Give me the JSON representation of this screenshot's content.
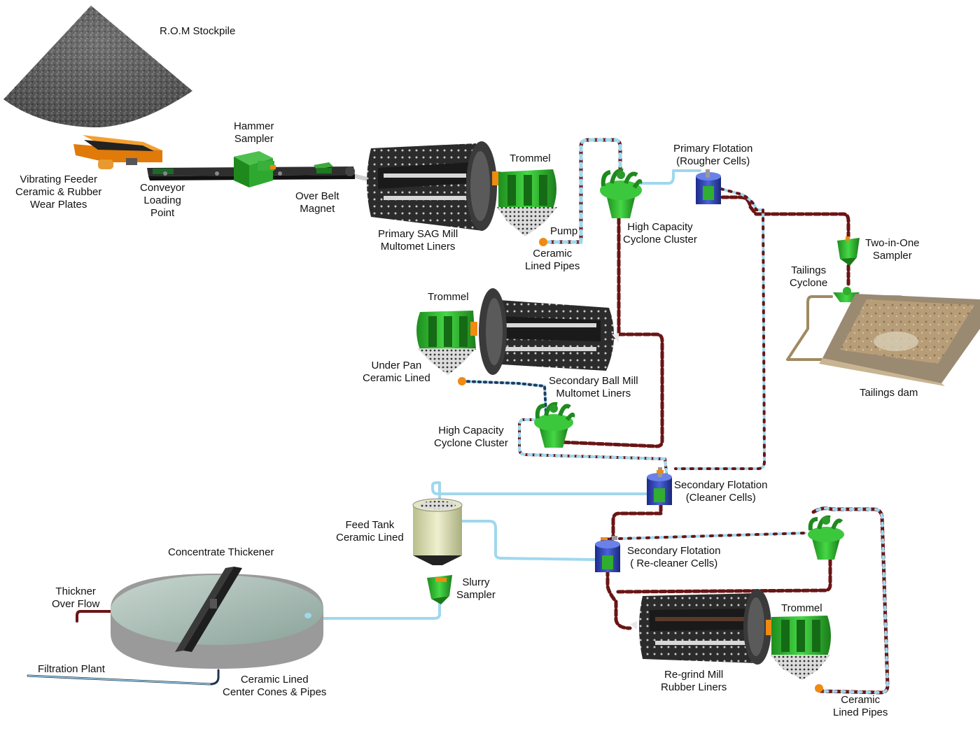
{
  "labels": {
    "rom_stockpile": [
      "R.O.M Stockpile"
    ],
    "vibrating_feeder": [
      "Vibrating Feeder",
      "Ceramic & Rubber",
      "Wear Plates"
    ],
    "conveyor": [
      "Conveyor",
      "Loading",
      "Point"
    ],
    "hammer_sampler": [
      "Hammer",
      "Sampler"
    ],
    "over_belt_magnet": [
      "Over Belt",
      "Magnet"
    ],
    "primary_sag": [
      "Primary SAG Mill",
      "Multomet Liners"
    ],
    "trommel_1": [
      "Trommel"
    ],
    "pump": [
      "Pump"
    ],
    "ceramic_pipes_1": [
      "Ceramic",
      "Lined Pipes"
    ],
    "primary_flotation": [
      "Primary Flotation",
      "(Rougher Cells)"
    ],
    "cyclone_cluster_1": [
      "High Capacity",
      "Cyclone Cluster"
    ],
    "two_in_one": [
      "Two-in-One",
      "Sampler"
    ],
    "tailings_cyclone": [
      "Tailings",
      "Cyclone"
    ],
    "tailings_dam": [
      "Tailings dam"
    ],
    "trommel_2": [
      "Trommel"
    ],
    "under_pan": [
      "Under Pan",
      "Ceramic Lined"
    ],
    "secondary_ball": [
      "Secondary Ball Mill",
      "Multomet Liners"
    ],
    "cyclone_cluster_2": [
      "High Capacity",
      "Cyclone Cluster"
    ],
    "secondary_cleaner": [
      "Secondary Flotation",
      "(Cleaner Cells)"
    ],
    "feed_tank": [
      "Feed Tank",
      "Ceramic Lined"
    ],
    "secondary_recleaner": [
      "Secondary Flotation",
      "( Re-cleaner Cells)"
    ],
    "concentrate_thickener": [
      "Concentrate Thickener"
    ],
    "thickener_overflow": [
      "Thickner",
      "Over Flow"
    ],
    "slurry_sampler": [
      "Slurry",
      "Sampler"
    ],
    "trommel_3": [
      "Trommel"
    ],
    "filtration_plant": [
      "Filtration Plant"
    ],
    "center_cones": [
      "Ceramic Lined",
      "Center Cones & Pipes"
    ],
    "regrind_mill": [
      "Re-grind Mill",
      "Rubber Liners"
    ],
    "ceramic_pipes_2": [
      "Ceramic",
      "Lined Pipes"
    ]
  },
  "colors": {
    "mill_green": "#2fbf2f",
    "mill_body": "#2a2a2a",
    "flotation_blue": "#2a3fb0",
    "feeder_orange": "#f08a10",
    "pipe_red": "#6a1515",
    "pipe_blue": "#9fd8ee",
    "tank_cream": "#d8dcb0"
  }
}
